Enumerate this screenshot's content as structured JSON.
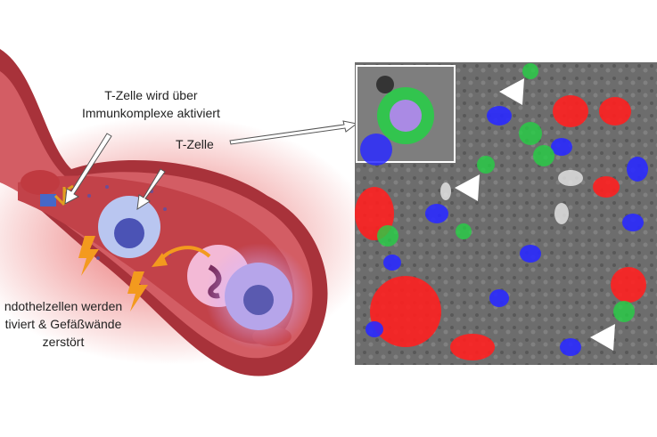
{
  "labels": {
    "activation_line1": "T-Zelle wird über",
    "activation_line2": "Immunkomplexe aktiviert",
    "tcell": "T-Zelle",
    "endothel_line1": "ndothelzellen werden",
    "endothel_line2": "tiviert & Gefäßwände",
    "endothel_line3": "zerstört"
  },
  "colors": {
    "vessel": "#b8383f",
    "glow": "#e23b3b",
    "lightning": "#f39a1e",
    "micro_bg": "#6e6e6e",
    "marker_red": "#ff2020",
    "marker_blue": "#2a2aff",
    "marker_green": "#25d045"
  }
}
